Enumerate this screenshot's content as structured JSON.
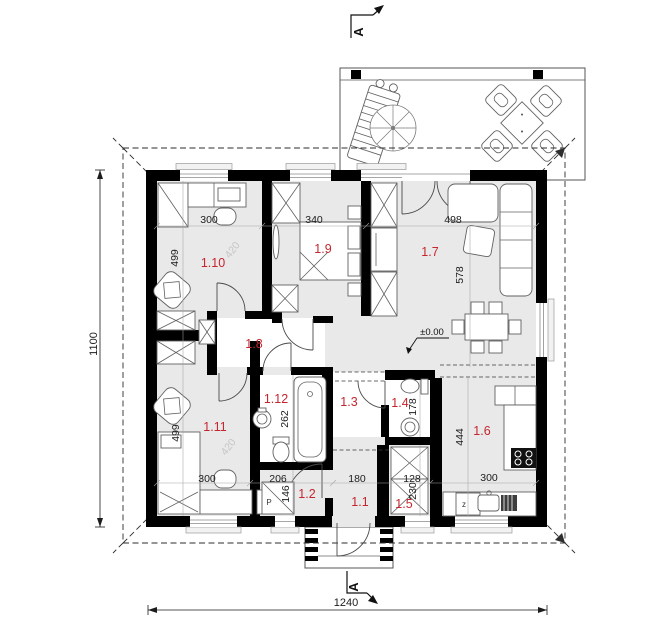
{
  "title": "single-storey house floor plan",
  "labels": {
    "room_1_1": "1.1",
    "room_1_2": "1.2",
    "room_1_3": "1.3",
    "room_1_4": "1.4",
    "room_1_5": "1.5",
    "room_1_6": "1.6",
    "room_1_7": "1.7",
    "room_1_8": "1.8",
    "room_1_9": "1.9",
    "room_1_10": "1.10",
    "room_1_11": "1.11",
    "room_1_12": "1.12"
  },
  "dimensions": {
    "overall_width": "1240",
    "overall_height": "1100",
    "d300_room110": "300",
    "d340_room19": "340",
    "d498_room17": "498",
    "d499_room110": "499",
    "d578_room17": "578",
    "d420_room110": "420",
    "d262_room112": "262",
    "d178_room14": "178",
    "d444_room16": "444",
    "d300_room111": "300",
    "d499_room111": "499",
    "d420_room111": "420",
    "d206_room12": "206",
    "d146_room12": "146",
    "d180_room11": "180",
    "d128_room15": "128",
    "d230_room15": "230",
    "d300_room16": "300"
  },
  "markers": {
    "elevation": "±0.00",
    "section_top": "A",
    "section_bottom": "A"
  },
  "appliances": {
    "washing_machine": "P",
    "dishwasher": "z"
  },
  "colors": {
    "wall": "#000000",
    "floor": "#e9e9e9",
    "room_label": "#c5262e",
    "dim_text": "#1c1c1c",
    "faint_text": "#c6c6c6",
    "background": "#ffffff"
  }
}
